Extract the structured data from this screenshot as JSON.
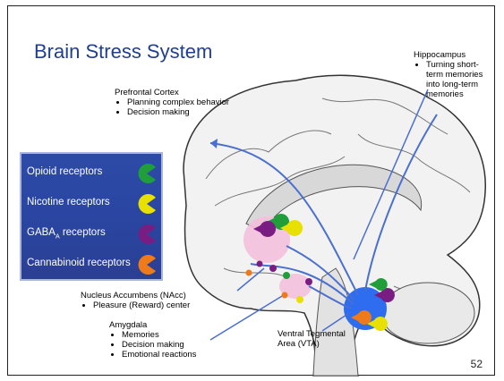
{
  "slide": {
    "title": "Brain Stress System",
    "page_number": "52"
  },
  "regions": {
    "hippocampus": {
      "name": "Hippocampus",
      "bullets": [
        "Turning short-term memories into long-term memories"
      ]
    },
    "prefrontal": {
      "name": "Prefrontal Cortex",
      "bullets": [
        "Planning complex behavior",
        "Decision making"
      ]
    },
    "nacc": {
      "name": "Nucleus Accumbens (NAcc)",
      "bullets": [
        "Pleasure (Reward) center"
      ]
    },
    "amygdala": {
      "name": "Amygdala",
      "bullets": [
        "Memories",
        "Decision making",
        "Emotional reactions"
      ]
    },
    "vta": {
      "name": "Ventral Tegmental Area (VTA)"
    }
  },
  "legend": [
    {
      "label": "Opioid receptors",
      "sub": "",
      "color": "#1f9e3a",
      "icon": "pacman-icon"
    },
    {
      "label": "Nicotine receptors",
      "sub": "",
      "color": "#e8e000",
      "icon": "pacman-icon"
    },
    {
      "label": "GABA",
      "sub": "A",
      "suffix": " receptors",
      "color": "#7a1d82",
      "icon": "pacman-icon"
    },
    {
      "label": "Cannabinoid receptors",
      "sub": "",
      "color": "#ee7a1a",
      "icon": "pacman-icon"
    }
  ],
  "colors": {
    "title": "#1f3f8f",
    "pathway": "#4a6fd0",
    "vta": "#2f6df0",
    "nacc": "#f4c0dc"
  }
}
